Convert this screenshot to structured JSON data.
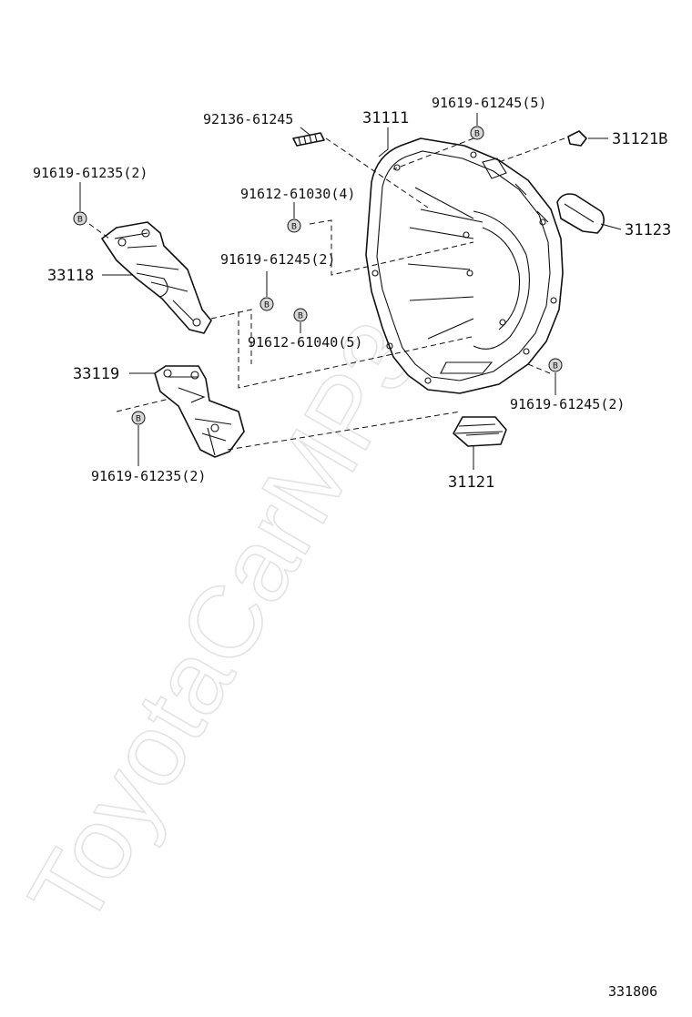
{
  "watermark": "ToyotaCarMP3.ru",
  "diagram_code": "331806",
  "mark_letter": "B",
  "labels": {
    "p92136": "92136-61245",
    "p31111": "31111",
    "p91619_61245_5": "91619-61245(5)",
    "p31121B": "31121B",
    "p91619_61235_top": "91619-61235(2)",
    "p91612_61030": "91612-61030(4)",
    "p31123": "31123",
    "p33118": "33118",
    "p91619_61245_2a": "91619-61245(2)",
    "p91612_61040": "91612-61040(5)",
    "p33119": "33119",
    "p91619_61245_2b": "91619-61245(2)",
    "p91619_61235_bottom": "91619-61235(2)",
    "p31121": "31121"
  }
}
